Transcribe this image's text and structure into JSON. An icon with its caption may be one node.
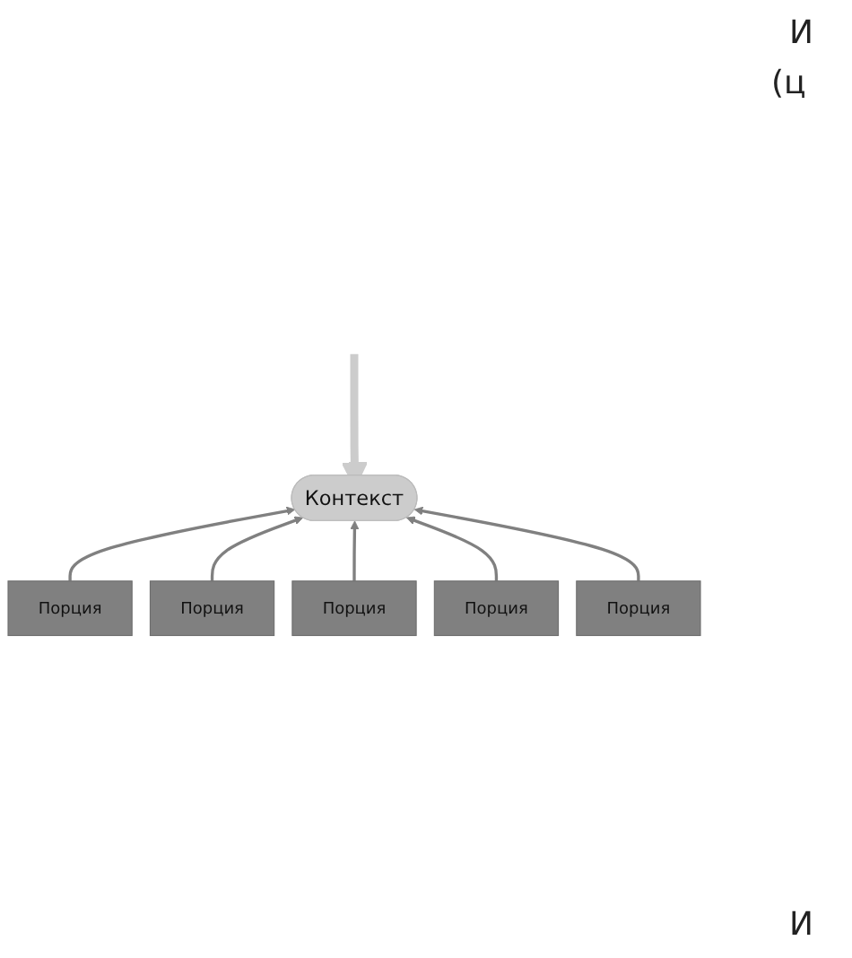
{
  "diagram": {
    "nodes": [
      {
        "text": [
          "Контекст"
        ]
      },
      {
        "text": [
          "Порция"
        ]
      },
      {
        "text": [
          "Порция"
        ]
      },
      {
        "text": [
          "Порция"
        ]
      },
      {
        "text": [
          "Порция"
        ]
      },
      {
        "text": [
          "Порция"
        ]
      }
    ],
    "edges": [
      {
        "from": null,
        "to": 0,
        "arrow": "to",
        "style": "thick",
        "color": "#cccccc"
      },
      {
        "from": 1,
        "to": 0,
        "arrow": "to"
      },
      {
        "from": 2,
        "to": 0,
        "arrow": "to"
      },
      {
        "from": 3,
        "to": 0,
        "arrow": "to"
      },
      {
        "from": 4,
        "to": 0,
        "arrow": "to"
      },
      {
        "from": 5,
        "to": 0,
        "arrow": "to"
      }
    ],
    "labels": [
      "И",
      "(ц",
      "И"
    ]
  }
}
